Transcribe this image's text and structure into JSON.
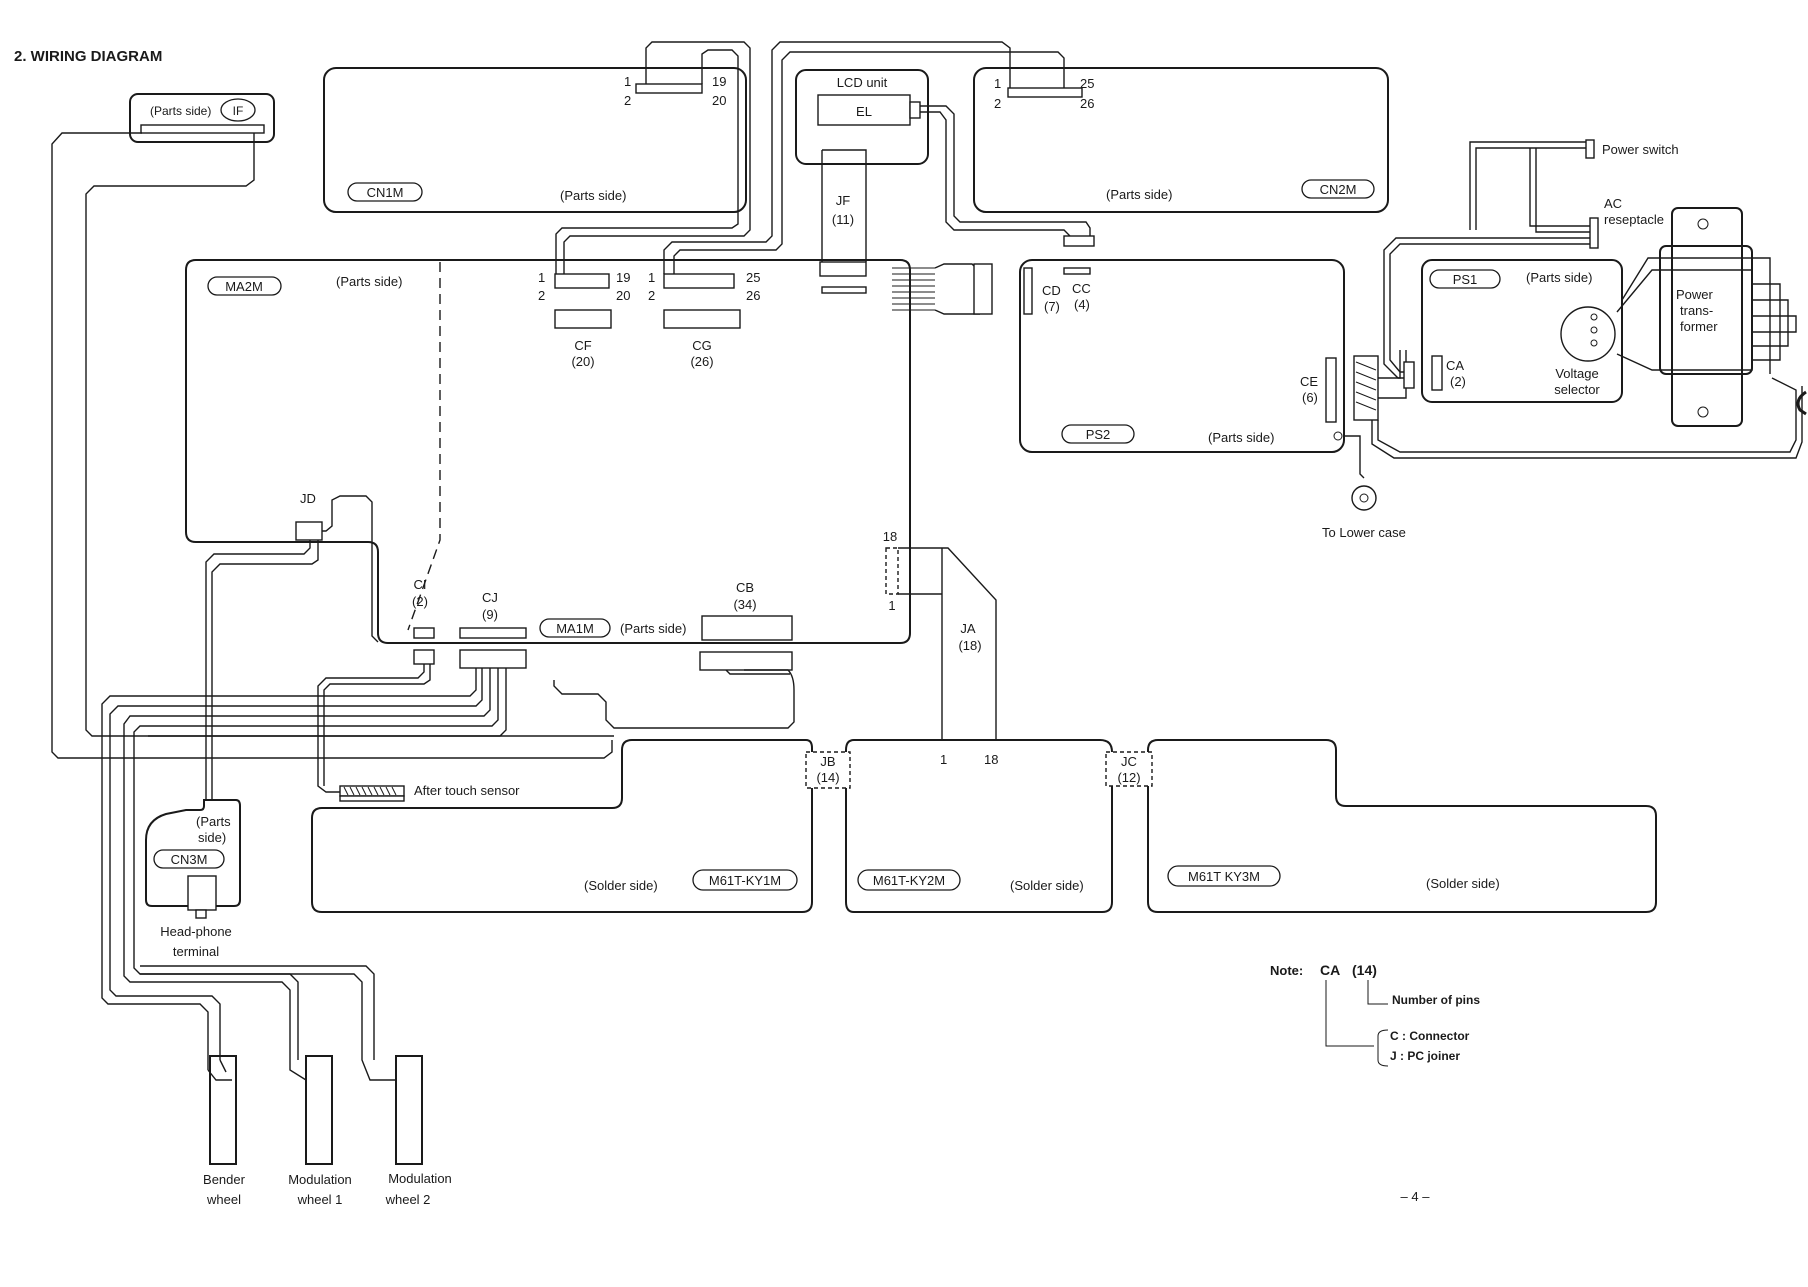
{
  "page": {
    "heading": "2.  WIRING DIAGRAM",
    "page_number": "– 4 –"
  },
  "labels": {
    "parts_side": "(Parts side)",
    "solder_side": "(Solder side)",
    "parts": "(Parts",
    "side": "side)"
  },
  "boards": {
    "if": "IF",
    "cn1m": "CN1M",
    "cn2m": "CN2M",
    "cn3m": "CN3M",
    "ma2m": "MA2M",
    "ma1m": "MA1M",
    "ps1": "PS1",
    "ps2": "PS2",
    "ky1m": "M61T-KY1M",
    "ky2m": "M61T-KY2M",
    "ky3m": "M61T KY3M"
  },
  "lcd": {
    "title": "LCD unit",
    "el": "EL"
  },
  "connectors": {
    "cf": {
      "name": "CF",
      "pins": "(20)"
    },
    "cg": {
      "name": "CG",
      "pins": "(26)"
    },
    "jf": {
      "name": "JF",
      "pins": "(11)"
    },
    "cd": {
      "name": "CD",
      "pins": "(7)"
    },
    "cc": {
      "name": "CC",
      "pins": "(4)"
    },
    "ce": {
      "name": "CE",
      "pins": "(6)"
    },
    "ca": {
      "name": "CA",
      "pins": "(2)"
    },
    "ci": {
      "name": "CI",
      "pins": "(2)"
    },
    "cj": {
      "name": "CJ",
      "pins": "(9)"
    },
    "cb": {
      "name": "CB",
      "pins": "(34)"
    },
    "ja": {
      "name": "JA",
      "pins": "(18)"
    },
    "jb": {
      "name": "JB",
      "pins": "(14)"
    },
    "jc": {
      "name": "JC",
      "pins": "(12)"
    },
    "jd": {
      "name": "JD"
    }
  },
  "pins": {
    "p1": "1",
    "p2": "2",
    "p18": "18",
    "p19": "19",
    "p20": "20",
    "p25": "25",
    "p26": "26"
  },
  "components": {
    "power_switch": "Power switch",
    "ac_1": "AC",
    "ac_2": "reseptacle",
    "transformer_1": "Power",
    "transformer_2": "trans-",
    "transformer_3": "former",
    "voltage_1": "Voltage",
    "voltage_2": "selector",
    "lower_case": "To Lower case",
    "after_touch": "After touch sensor",
    "headphone_1": "Head-phone",
    "headphone_2": "terminal",
    "bender_1": "Bender",
    "bender_2": "wheel",
    "mod1_1": "Modulation",
    "mod1_2": "wheel 1",
    "mod2_1": "Modulation",
    "mod2_2": "wheel 2"
  },
  "note": {
    "prefix": "Note:",
    "example_code": "CA",
    "example_pins": "(14)",
    "pins_label": "Number of pins",
    "c_def": "C : Connector",
    "j_def": "J : PC joiner"
  }
}
